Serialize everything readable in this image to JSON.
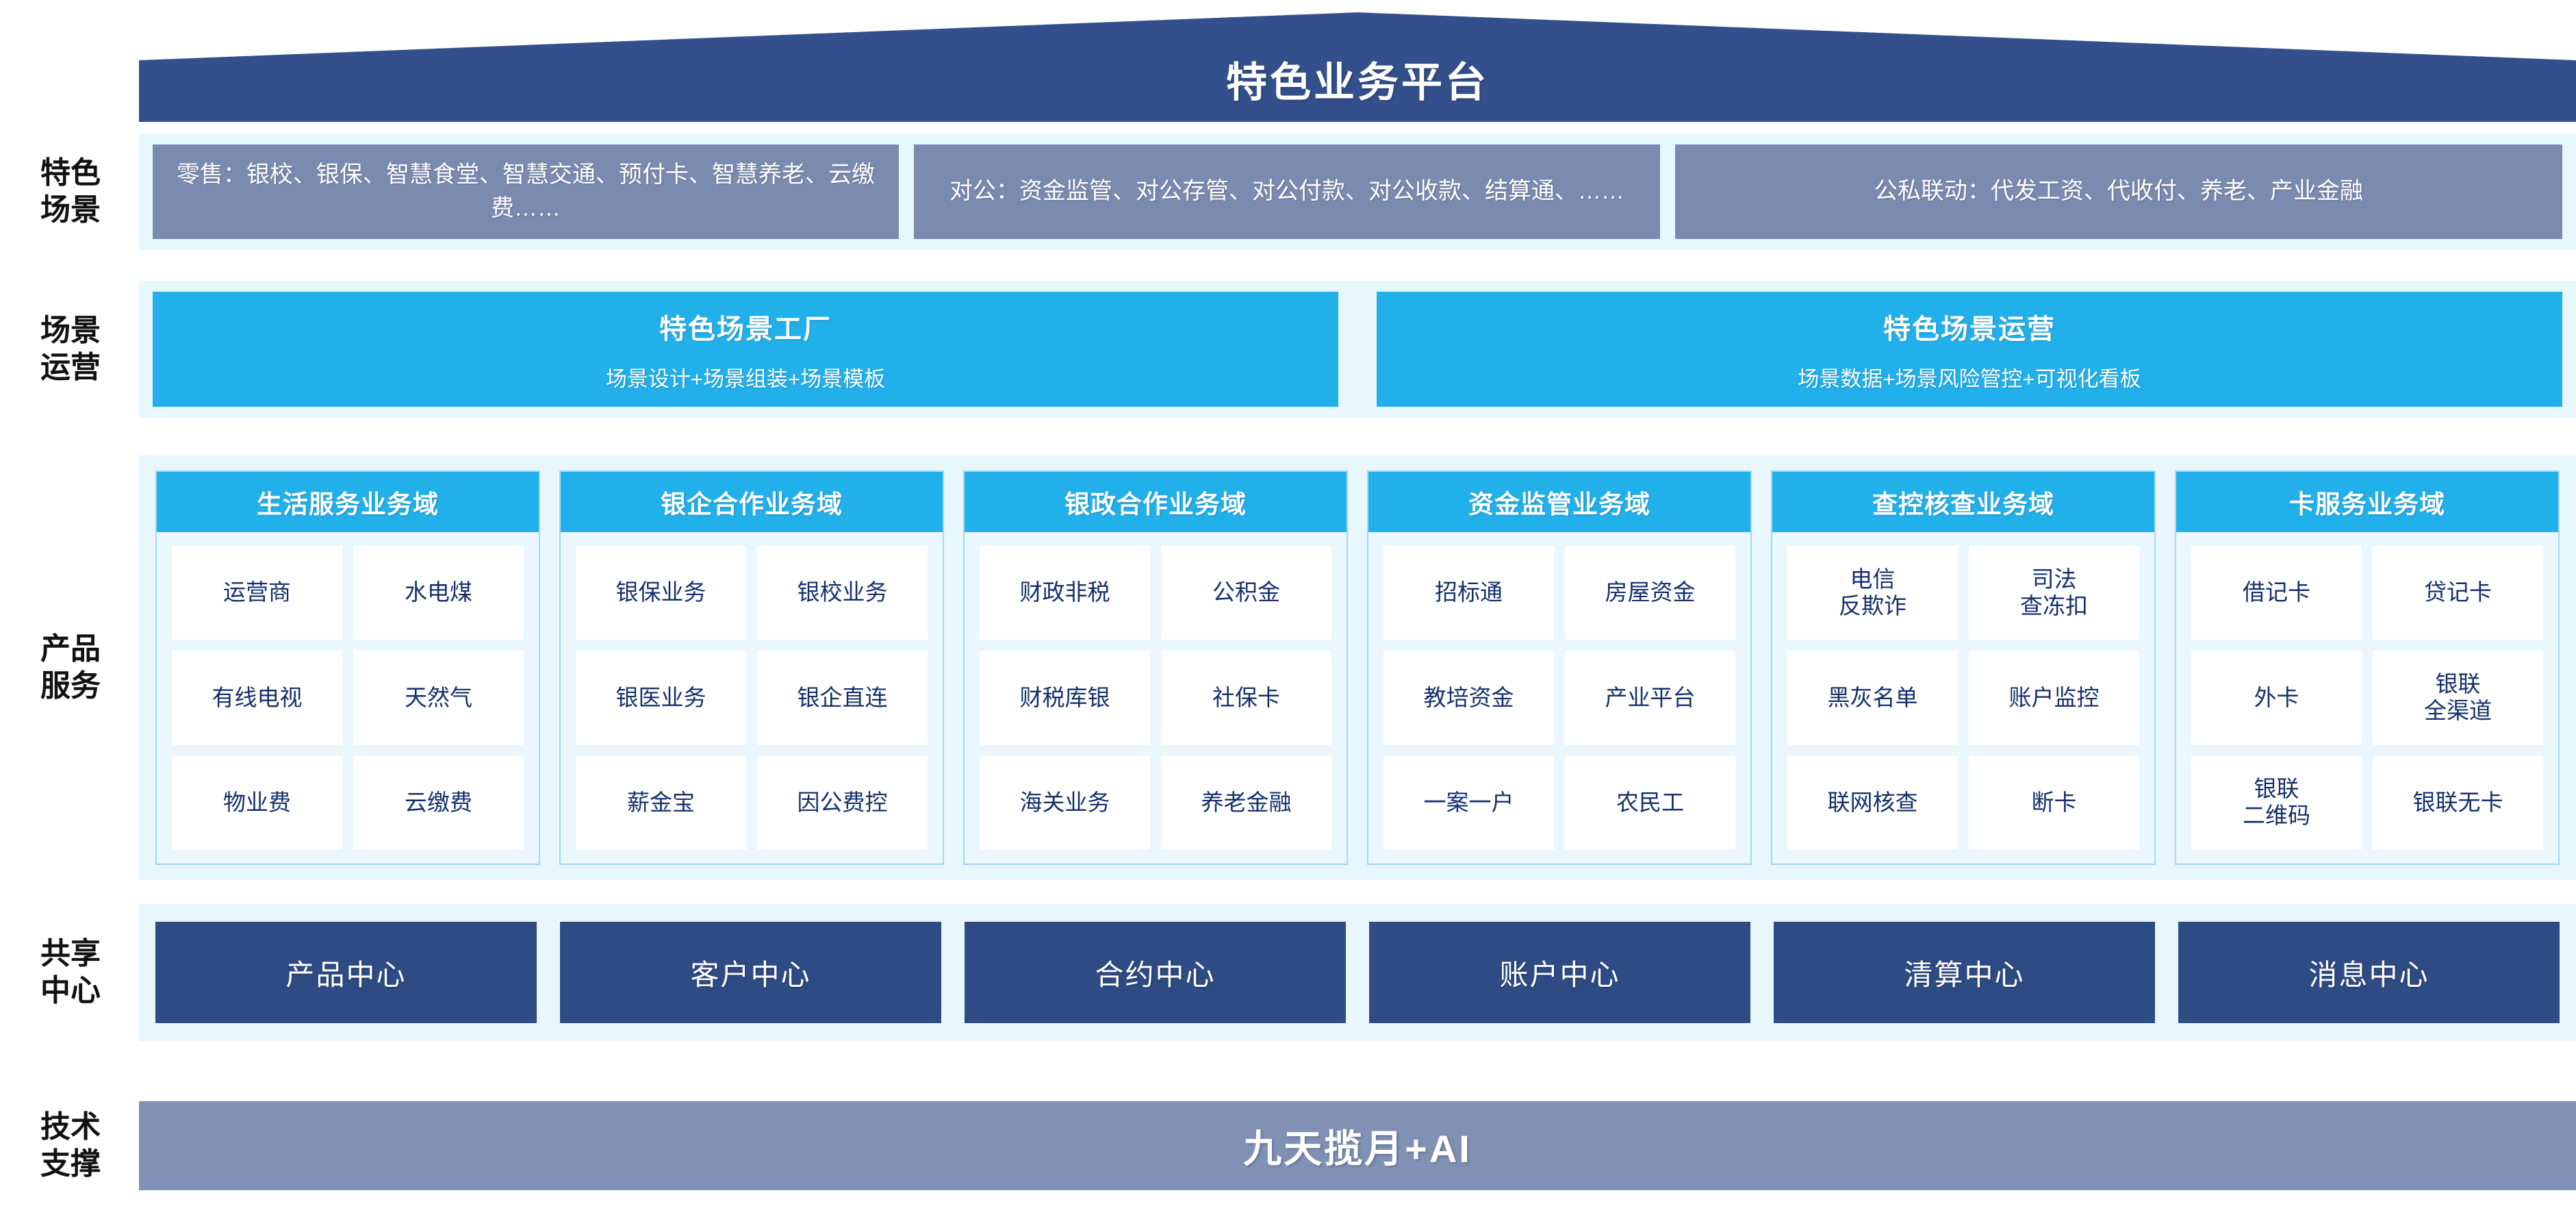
{
  "header": {
    "title": "特色业务平台",
    "color": "#34508c"
  },
  "rows": {
    "scenarios": {
      "label": "特色\n场景",
      "label_lines": [
        "特色",
        "场景"
      ],
      "boxes": [
        "零售：银校、银保、智慧食堂、智慧交通、预付卡、智慧养老、云缴费……",
        "对公：资金监管、对公存管、对公付款、对公收款、结算通、……",
        "公私联动：代发工资、代收付、养老、产业金融"
      ],
      "box_color": "#7b8bb0"
    },
    "operations": {
      "label_lines": [
        "场景",
        "运营"
      ],
      "boxes": [
        {
          "title": "特色场景工厂",
          "subtitle": "场景设计+场景组装+场景模板"
        },
        {
          "title": "特色场景运营",
          "subtitle": "场景数据+场景风险管控+可视化看板"
        }
      ],
      "box_color": "#22b0eb"
    },
    "products": {
      "label_lines": [
        "产品",
        "服务"
      ],
      "domains": [
        {
          "title": "生活服务业务域",
          "items": [
            "运营商",
            "水电煤",
            "有线电视",
            "天然气",
            "物业费",
            "云缴费"
          ]
        },
        {
          "title": "银企合作业务域",
          "items": [
            "银保业务",
            "银校业务",
            "银医业务",
            "银企直连",
            "薪金宝",
            "因公费控"
          ]
        },
        {
          "title": "银政合作业务域",
          "items": [
            "财政非税",
            "公积金",
            "财税库银",
            "社保卡",
            "海关业务",
            "养老金融"
          ]
        },
        {
          "title": "资金监管业务域",
          "items": [
            "招标通",
            "房屋资金",
            "教培资金",
            "产业平台",
            "一案一户",
            "农民工"
          ]
        },
        {
          "title": "查控核查业务域",
          "items": [
            "电信\n反欺诈",
            "司法\n查冻扣",
            "黑灰名单",
            "账户监控",
            "联网核查",
            "断卡"
          ]
        },
        {
          "title": "卡服务业务域",
          "items": [
            "借记卡",
            "贷记卡",
            "外卡",
            "银联\n全渠道",
            "银联\n二维码",
            "银联无卡"
          ]
        }
      ],
      "head_color": "#22b0eb",
      "chip_text_color": "#14306b"
    },
    "shared_centers": {
      "label_lines": [
        "共享",
        "中心"
      ],
      "boxes": [
        "产品中心",
        "客户中心",
        "合约中心",
        "账户中心",
        "清算中心",
        "消息中心"
      ],
      "box_color": "#2e4b84"
    },
    "tech_support": {
      "label_lines": [
        "技术",
        "支撑"
      ],
      "bar_text": "九天揽月+AI",
      "bar_color": "#8091b5"
    }
  }
}
